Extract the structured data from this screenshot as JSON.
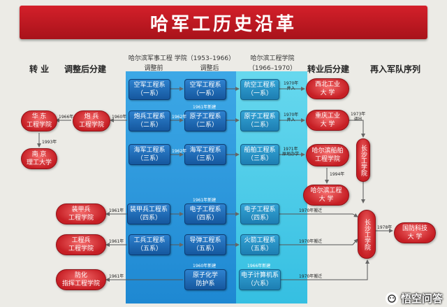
{
  "title": "哈军工历史沿革",
  "headers": {
    "zhuanye": "转 业",
    "tiaozheng": "调整后分建",
    "hajungong": "哈尔滨军事工程 学院（1953–1966）",
    "tiaozhengqian": "调整前",
    "tiaozhenghou": "调整后",
    "hagong": "哈尔滨工程学院",
    "hagong_years": "（1966–1970）",
    "zhuanye_fenjian": "转业后分建",
    "zairu": "再入军队序列"
  },
  "col_before": [
    {
      "line1": "空军工程系",
      "line2": "（一系）"
    },
    {
      "line1": "炮兵工程系",
      "line2": "（二系）"
    },
    {
      "line1": "海军工程系",
      "line2": "（三系）"
    },
    {
      "line1": "装甲兵工程系",
      "line2": "（四系）"
    },
    {
      "line1": "工兵工程系",
      "line2": "（五系）"
    }
  ],
  "col_after": [
    {
      "line1": "空军工程系",
      "line2": "（一系）"
    },
    {
      "line1": "原子工程系",
      "line2": "（二系）"
    },
    {
      "line1": "海军工程系",
      "line2": "（三系）"
    },
    {
      "line1": "电子工程系",
      "line2": "（四系）"
    },
    {
      "line1": "导弹工程系",
      "line2": "（五系）"
    },
    {
      "line1": "原子化学",
      "line2": "防护系"
    }
  ],
  "col_hagong": [
    {
      "line1": "航空工程系",
      "line2": "（一系）"
    },
    {
      "line1": "原子工程系",
      "line2": "（二系）"
    },
    {
      "line1": "船舶工程系",
      "line2": "（三系）"
    },
    {
      "line1": "电子工程系",
      "line2": "（四系）"
    },
    {
      "line1": "火箭工程系",
      "line2": "（五系）"
    },
    {
      "line1": "电子计算机系",
      "line2": "（六系）"
    }
  ],
  "left_units": [
    {
      "line1": "华 东",
      "line2": "工程学院"
    },
    {
      "line1": "炮 兵",
      "line2": "工程学院"
    },
    {
      "line1": "南 京",
      "line2": "理工大学"
    },
    {
      "line1": "装甲兵",
      "line2": "工程学院"
    },
    {
      "line1": "工程兵",
      "line2": "工程学院"
    },
    {
      "line1": "防化",
      "line2": "指挥工程学院"
    }
  ],
  "right_units": [
    {
      "line1": "西北工业",
      "line2": "大 学"
    },
    {
      "line1": "重庆工业",
      "line2": "大 学"
    },
    {
      "line1": "哈尔滨船舶",
      "line2": "工程学院"
    },
    {
      "line1": "哈尔滨工程",
      "line2": "大 学"
    },
    {
      "line1": "国防科技",
      "line2": "大 学"
    }
  ],
  "vertical_units": {
    "upper": "长沙工学院",
    "lower": "长沙工学院"
  },
  "labels": {
    "y1970a": "1970年",
    "mv1": "并入",
    "y1970b": "1970年",
    "mv2": "并入",
    "y1971": "1971年",
    "mv3": "原地办学",
    "y1973": "1973年",
    "mv4": "调出",
    "y1994": "1994年",
    "y1978": "1978年",
    "y1970c": "1970年搬迁",
    "y1970d": "1970年搬迁",
    "y1970e": "1970年搬迁",
    "y1966": "1966年",
    "y1960": "1960年",
    "y1961a": "1961年",
    "y1961b": "1961年",
    "y1961c": "1961年",
    "y1993": "1993年",
    "y1962": "1962年",
    "y1962b": "1962年",
    "new1961": "1961年新建",
    "new1961b": "1961年新建",
    "new1960": "1960年新建",
    "new1966": "1966年新建"
  },
  "watermark": "悟空问答",
  "colors": {
    "title_red": "#c8161e",
    "panel_blue": "#2a96dc",
    "panel_cyan": "#4ccbe8",
    "unit_red": "#d3272c",
    "arrow": "#666666"
  }
}
